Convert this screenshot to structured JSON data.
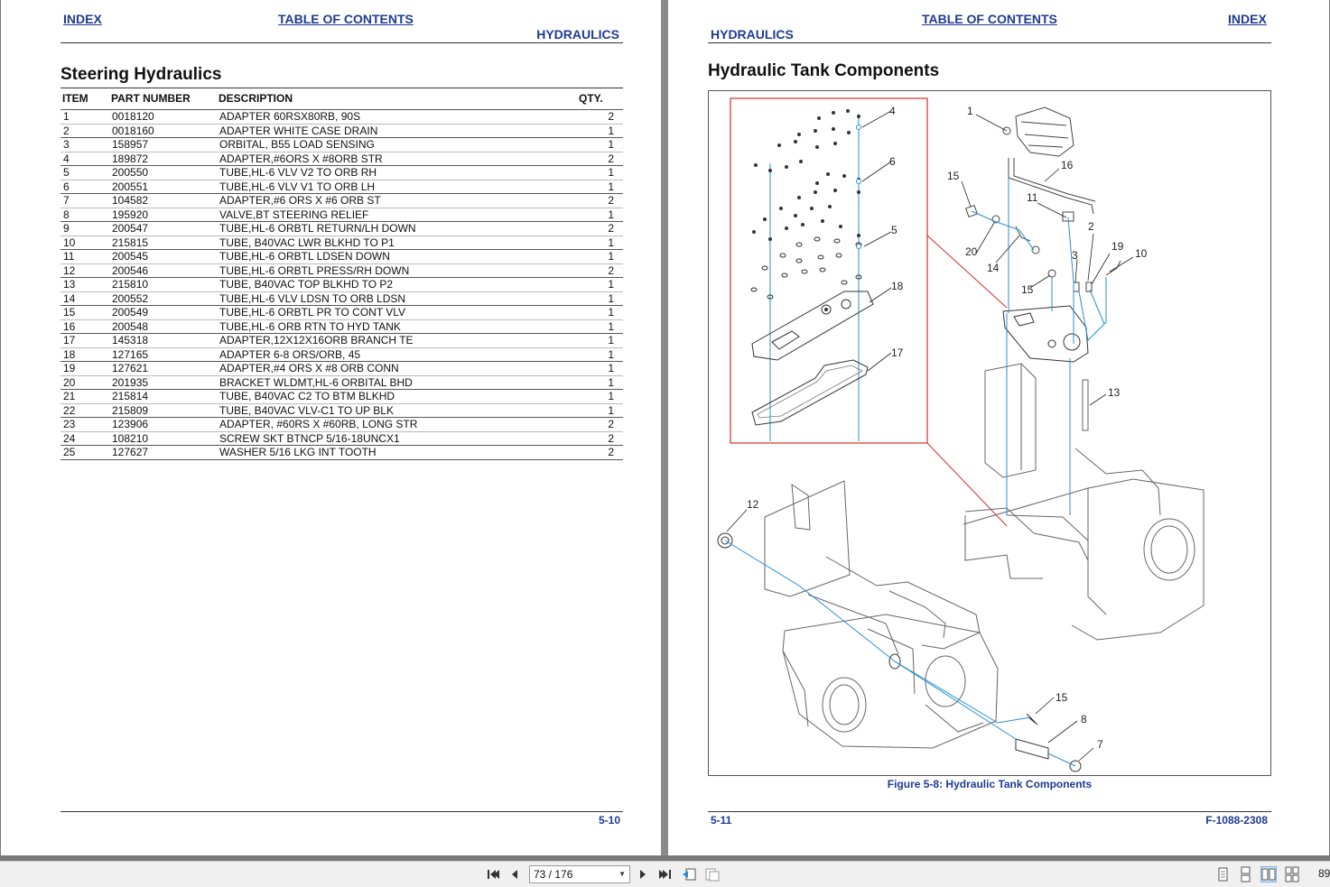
{
  "left_page": {
    "header": {
      "index_link": "INDEX",
      "toc_link": "TABLE OF CONTENTS",
      "section": "HYDRAULICS"
    },
    "title": "Steering Hydraulics",
    "columns": {
      "item": "ITEM",
      "part_number": "PART NUMBER",
      "description": "DESCRIPTION",
      "qty": "QTY."
    },
    "rows": [
      {
        "item": "1",
        "part": "0018120",
        "desc": "ADAPTER 60RSX80RB, 90S",
        "qty": "2"
      },
      {
        "item": "2",
        "part": "0018160",
        "desc": "ADAPTER WHITE CASE DRAIN",
        "qty": "1"
      },
      {
        "item": "3",
        "part": "158957",
        "desc": "ORBITAL, B55 LOAD SENSING",
        "qty": "1"
      },
      {
        "item": "4",
        "part": "189872",
        "desc": "ADAPTER,#6ORS X #8ORB STR",
        "qty": "2"
      },
      {
        "item": "5",
        "part": "200550",
        "desc": "TUBE,HL-6 VLV V2 TO ORB RH",
        "qty": "1"
      },
      {
        "item": "6",
        "part": "200551",
        "desc": "TUBE,HL-6 VLV V1 TO ORB LH",
        "qty": "1"
      },
      {
        "item": "7",
        "part": "104582",
        "desc": "ADAPTER,#6 ORS X #6 ORB ST",
        "qty": "2"
      },
      {
        "item": "8",
        "part": "195920",
        "desc": "VALVE,BT STEERING RELIEF",
        "qty": "1"
      },
      {
        "item": "9",
        "part": "200547",
        "desc": "TUBE,HL-6 ORBTL RETURN/LH DOWN",
        "qty": "2"
      },
      {
        "item": "10",
        "part": "215815",
        "desc": "TUBE, B40VAC LWR BLKHD TO P1",
        "qty": "1"
      },
      {
        "item": "11",
        "part": "200545",
        "desc": "TUBE,HL-6 ORBTL LDSEN DOWN",
        "qty": "1"
      },
      {
        "item": "12",
        "part": "200546",
        "desc": "TUBE,HL-6 ORBTL PRESS/RH DOWN",
        "qty": "2"
      },
      {
        "item": "13",
        "part": "215810",
        "desc": "TUBE, B40VAC TOP BLKHD TO P2",
        "qty": "1"
      },
      {
        "item": "14",
        "part": "200552",
        "desc": "TUBE,HL-6 VLV LDSN TO ORB LDSN",
        "qty": "1"
      },
      {
        "item": "15",
        "part": "200549",
        "desc": "TUBE,HL-6 ORBTL PR TO CONT VLV",
        "qty": "1"
      },
      {
        "item": "16",
        "part": "200548",
        "desc": "TUBE,HL-6 ORB RTN TO HYD TANK",
        "qty": "1"
      },
      {
        "item": "17",
        "part": "145318",
        "desc": "ADAPTER,12X12X16ORB BRANCH TE",
        "qty": "1"
      },
      {
        "item": "18",
        "part": "127165",
        "desc": "ADAPTER 6-8 ORS/ORB, 45",
        "qty": "1"
      },
      {
        "item": "19",
        "part": "127621",
        "desc": "ADAPTER,#4 ORS X #8 ORB  CONN",
        "qty": "1"
      },
      {
        "item": "20",
        "part": "201935",
        "desc": "BRACKET WLDMT,HL-6 ORBITAL BHD",
        "qty": "1"
      },
      {
        "item": "21",
        "part": "215814",
        "desc": "TUBE, B40VAC C2 TO BTM BLKHD",
        "qty": "1"
      },
      {
        "item": "22",
        "part": "215809",
        "desc": "TUBE, B40VAC VLV-C1 TO UP BLK",
        "qty": "1"
      },
      {
        "item": "23",
        "part": "123906",
        "desc": "ADAPTER, #60RS X #60RB, LONG STR",
        "qty": "2"
      },
      {
        "item": "24",
        "part": "108210",
        "desc": "SCREW SKT BTNCP 5/16-18UNCX1",
        "qty": "2"
      },
      {
        "item": "25",
        "part": "127627",
        "desc": "WASHER 5/16 LKG INT TOOTH",
        "qty": "2"
      }
    ],
    "footer_page": "5-10"
  },
  "right_page": {
    "header": {
      "toc_link": "TABLE OF CONTENTS",
      "index_link": "INDEX",
      "section": "HYDRAULICS"
    },
    "title": "Hydraulic Tank Components",
    "figure_caption": "Figure 5-8:  Hydraulic Tank Components",
    "callouts": [
      "1",
      "2",
      "3",
      "4",
      "5",
      "6",
      "7",
      "8",
      "10",
      "11",
      "12",
      "13",
      "14",
      "15",
      "16",
      "17",
      "18",
      "19",
      "20"
    ],
    "footer_page": "5-11",
    "footer_doc": "F-1088-2308"
  },
  "toolbar": {
    "page_indicator": "73 / 176",
    "zoom": "89"
  },
  "colors": {
    "link_blue": "#1f3a93",
    "leader_blue": "#2a8fd1",
    "detail_box_red": "#d32f2f"
  }
}
